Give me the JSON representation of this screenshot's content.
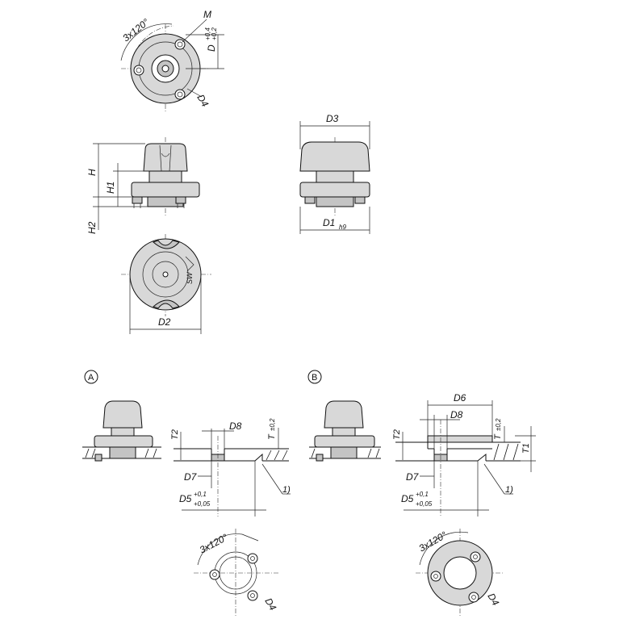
{
  "labels": {
    "M": "M",
    "angle": "3x120°",
    "D": "D",
    "D_tol_upper": "+0,4",
    "D_tol_lower": "+0,2",
    "D1": "D1",
    "D1_tol": "h9",
    "D2": "D2",
    "D3": "D3",
    "D4": "D4",
    "D5": "D5",
    "D5_tol_upper": "+0,1",
    "D5_tol_lower": "+0,05",
    "D6": "D6",
    "D7": "D7",
    "D8": "D8",
    "H": "H",
    "H1": "H1",
    "H2": "H2",
    "T": "T",
    "T_tol": "±0,2",
    "T1": "T1",
    "T2": "T2",
    "note": "1)",
    "view_a": "A",
    "view_b": "B",
    "sw": "SW"
  }
}
